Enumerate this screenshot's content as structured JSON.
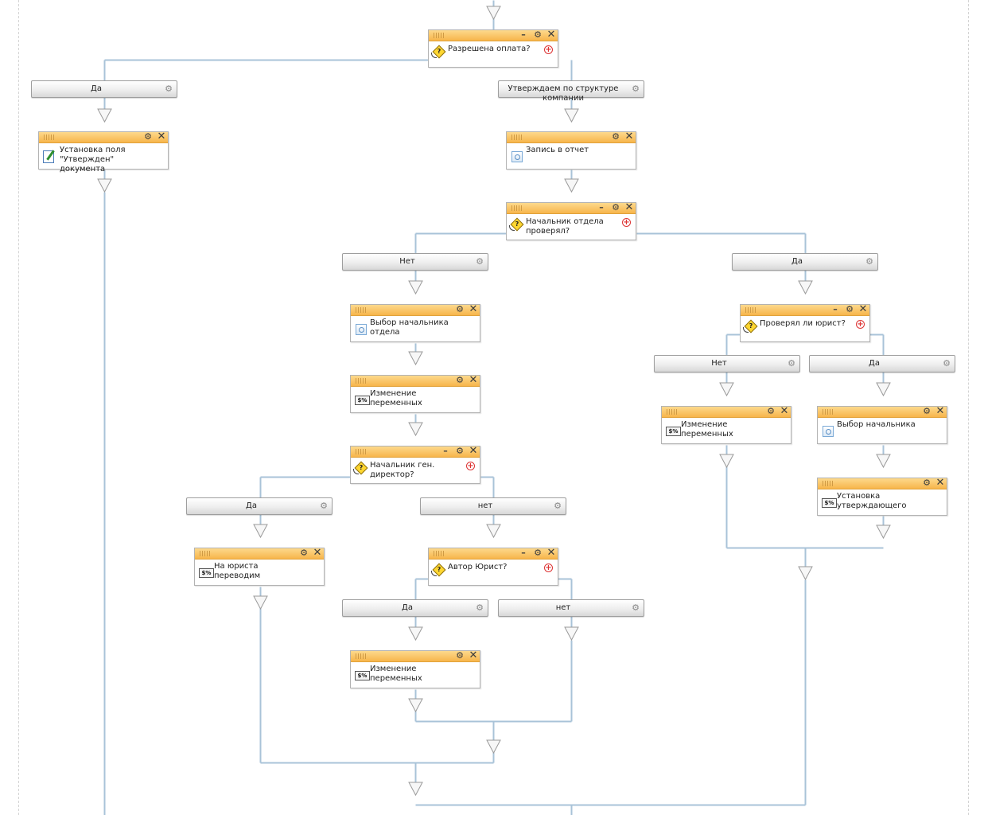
{
  "icons": {
    "condition": "question-diamond-icon",
    "activity": "activity-box-icon",
    "variables": "variables-icon",
    "set_field": "edit-document-icon",
    "settings": "gear-icon",
    "close": "close-icon",
    "minimize": "minimize-icon",
    "add_branch": "plus-circle-icon",
    "arrow": "arrow-down-icon"
  },
  "glyphs": {
    "gear": "⚙",
    "close": "✕",
    "minimize": "–",
    "plus": "+",
    "vars": "$%"
  },
  "colors": {
    "block_header": "#f7b54b",
    "block_border": "#b3b3b3",
    "connector": "#a9c3d8",
    "branch_bg": "#eeeeee"
  },
  "blocks": {
    "cond_payment": {
      "type": "condition",
      "label": "Разрешена оплата?"
    },
    "set_field_approved": {
      "type": "set_field",
      "label": "Установка поля \"Утвержден\" документа"
    },
    "record_report": {
      "type": "activity",
      "label": "Запись в отчет"
    },
    "cond_dept_head": {
      "type": "condition",
      "label": "Начальник отдела проверял?"
    },
    "select_dept_head": {
      "type": "activity",
      "label": "Выбор начальника отдела"
    },
    "change_vars_1": {
      "type": "variables",
      "label": "Изменение переменных"
    },
    "cond_gen_director": {
      "type": "condition",
      "label": "Начальник ген. директор?"
    },
    "to_lawyer": {
      "type": "variables",
      "label": "На юриста переводим"
    },
    "cond_author_lawyer": {
      "type": "condition",
      "label": "Автор Юрист?"
    },
    "change_vars_2": {
      "type": "variables",
      "label": "Изменение переменных"
    },
    "cond_lawyer_checked": {
      "type": "condition",
      "label": "Проверял ли юрист?"
    },
    "change_vars_3": {
      "type": "variables",
      "label": "Изменение переменных"
    },
    "select_head": {
      "type": "activity",
      "label": "Выбор начальника"
    },
    "set_approver": {
      "type": "variables",
      "label": "Установка утверждающего"
    }
  },
  "branches": {
    "payment_yes": "Да",
    "payment_structure": "Утверждаем по структуре компании",
    "dept_no": "Нет",
    "dept_yes": "Да",
    "lawyer_no": "Нет",
    "lawyer_yes": "Да",
    "gendir_yes": "Да",
    "gendir_no": "нет",
    "author_yes": "Да",
    "author_no": "нет"
  }
}
